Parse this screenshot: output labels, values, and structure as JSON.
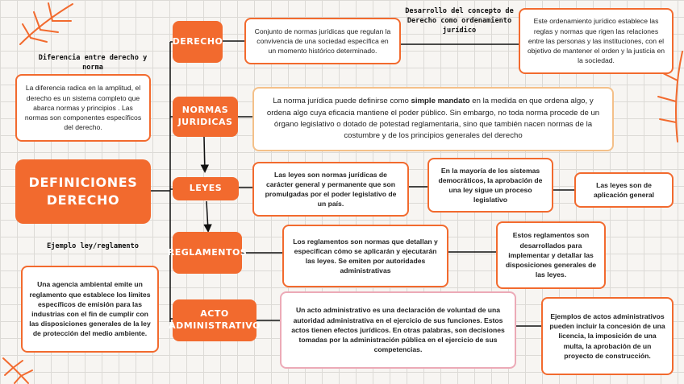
{
  "title": "DEFINICIONES DERECHO",
  "headings": {
    "concept": "Desarrollo del concepto de Derecho como ordenamiento jurídico",
    "difference": "Diferencia entre derecho y norma",
    "example": "Ejemplo ley/reglamento"
  },
  "categories": {
    "derecho": "DERECHO",
    "normas": "NORMAS JURIDICAS",
    "leyes": "LEYES",
    "reglamentos": "REGLAMENTOS",
    "acto": "ACTO ADMINISTRATIVO"
  },
  "boxes": {
    "derecho_def": "Conjunto de normas jurídicas que regulan la convivencia de una sociedad específica en un momento histórico determinado.",
    "ordenamiento": "Este ordenamiento jurídico establece las reglas y normas que rigen las relaciones entre las personas y las instituciones, con el objetivo de mantener el orden y la justicia en la sociedad.",
    "diferencia": "La diferencia radica en la amplitud, el derecho es un sistema completo que abarca normas y principios . Las normas son componentes específicos del derecho.",
    "normas_pre": "La norma jurídica puede definirse como ",
    "normas_strong": "simple mandato",
    "normas_post": " en la medida en que ordena algo, y ordena algo cuya eficacia mantiene el poder público. Sin embargo, no toda norma procede de un órgano legislativo o dotado de potestad reglamentaria, sino que también nacen normas de la costumbre y de los principios generales del derecho",
    "leyes_def": "Las leyes son normas jurídicas de carácter general y permanente que son promulgadas por el poder legislativo de un país.",
    "leyes_mayoria": "En la mayoría de los sistemas democráticos, la aprobación de una ley sigue un proceso legislativo",
    "leyes_aplicacion": "Las leyes son de aplicación general",
    "reglamentos_def": "Los reglamentos son normas que detallan y especifican cómo se aplicarán y ejecutarán las leyes. Se emiten por autoridades administrativas",
    "reglamentos_desarrollo": "Estos reglamentos son desarrollados para implementar y detallar las disposiciones generales de las leyes.",
    "acto_def": "Un acto administrativo es una declaración de voluntad de una autoridad administrativa en el ejercicio de sus funciones. Estos actos tienen efectos jurídicos. En otras palabras, son decisiones tomadas por la administración pública en el ejercicio de sus competencias.",
    "acto_ejemplos": "Ejemplos de actos administrativos pueden incluir la concesión de una licencia, la imposición de una multa, la aprobación de un proyecto de construcción.",
    "ejemplo": "Una agencia ambiental emite un reglamento que establece los límites específicos de emisión para las industrias con el fin de cumplir con las disposiciones generales de la ley de protección del medio ambiente."
  },
  "colors": {
    "accent": "#f26a2e",
    "pale_border": "#f4c089",
    "pink_border": "#ecaab7"
  }
}
